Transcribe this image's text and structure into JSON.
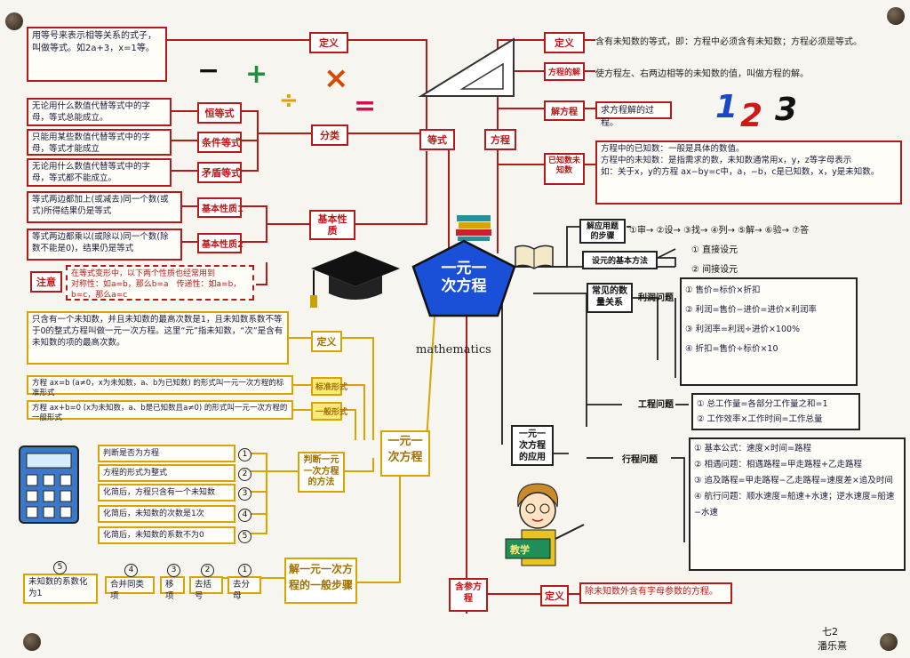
{
  "center": {
    "title_line1": "一元一",
    "title_line2": "次方程",
    "caption": "mathematics"
  },
  "symbols": {
    "minus": "−",
    "plus": "+",
    "divide": "÷",
    "times": "×",
    "equals": "=",
    "n1": "1",
    "n2": "2",
    "n3": "3"
  },
  "equation_branch": {
    "hub": "等式",
    "definition_label": "定义",
    "definition_text": "用等号来表示相等关系的式子，叫做等式。如2a+3，x=1等。",
    "classify_label": "分类",
    "classes": [
      {
        "label": "恒等式",
        "text": "无论用什么数值代替等式中的字母，等式总能成立。"
      },
      {
        "label": "条件等式",
        "text": "只能用某些数值代替等式中的字母，等式才能成立"
      },
      {
        "label": "矛盾等式",
        "text": "无论用什么数值代替等式中的字母，等式都不能成立。"
      }
    ],
    "basic_label": "基本性质",
    "props": [
      {
        "label": "基本性质1",
        "text": "等式两边都加上(或减去)同一个数(或式)所得结果仍是等式"
      },
      {
        "label": "基本性质2",
        "text": "等式两边都乘以(或除以)同一个数(除数不能是0)，结果仍是等式"
      }
    ],
    "note_label": "注意",
    "note_text1": "在等式变形中，以下两个性质也经常用到",
    "note_text2": "对称性：如a=b，那么b=a　传递性：如a=b，b=c，那么a=c"
  },
  "equation_def": {
    "hub": "方程",
    "def_label": "定义",
    "def_text": "含有未知数的等式，即：方程中必须含有未知数；方程必须是等式。",
    "solution_label": "方程的解",
    "solution_text": "使方程左、右两边相等的未知数的值，叫做方程的解。",
    "solve_label": "解方程",
    "solve_text": "求方程解的过程。",
    "known_label": "已知数未知数",
    "known_text1": "方程中的已知数：一般是具体的数值。",
    "known_text2": "方程中的未知数：是指需求的数，未知数通常用x，y，z等字母表示",
    "known_text3": "如：关于x，y的方程 ax−by=c中，a，−b，c是已知数，x，y是未知数。"
  },
  "linear_branch": {
    "hub_line1": "一元一",
    "hub_line2": "次方程",
    "def_label": "定义",
    "def_text": "只含有一个未知数，并且未知数的最高次数是1，且未知数系数不等于0的整式方程叫做一元一次方程。这里“元”指未知数，“次”是含有未知数的项的最高次数。",
    "general_label": "一般形式",
    "general_text": "方程 ax+b=0 (x为未知数，a、b是已知数且a≠0) 的形式叫一元一次方程的一般形式",
    "standard_label": "标准形式",
    "standard_text": "方程 ax=b (a≠0，x为未知数，a、b为已知数) 的形式叫一元一次方程的标准形式",
    "judge_label": "判断一元一次方程的方法",
    "judge_steps": [
      "判断是否为方程",
      "化简后，方程只含有一个未知数",
      "化简后，未知数的次数是1次",
      "化简后，未知数的系数不为0",
      "方程的形式为整式"
    ],
    "steps_label": "解一元一次方程的一般步骤",
    "steps": [
      "去分母",
      "去括号",
      "移项",
      "合并同类项",
      "未知数的系数化为1"
    ]
  },
  "application": {
    "hub": "一元一次方程的应用",
    "solve_label": "解应用题的步骤",
    "solve_steps": [
      "①审",
      "②设",
      "③找",
      "④列",
      "⑤解",
      "⑥验",
      "⑦答"
    ],
    "set_label": "设元的基本方法",
    "set_items": [
      "① 直接设元",
      "② 间接设元"
    ],
    "relation_label": "常见的数量关系",
    "profit_label": "利润问题",
    "profit_items": [
      "① 售价=标价×折扣",
      "② 利润=售价−进价=进价×利润率",
      "③ 利润率=利润÷进价×100%",
      "④ 折扣=售价÷标价×10"
    ],
    "work_label": "工程问题",
    "work_items": [
      "① 总工作量=各部分工作量之和=1",
      "② 工作效率×工作时间=工作总量"
    ],
    "travel_label": "行程问题",
    "travel_items": [
      "① 基本公式：速度×时间=路程",
      "② 相遇问题：相遇路程=甲走路程+乙走路程",
      "③ 追及路程=甲走路程−乙走路程=速度差×追及时间",
      "④ 航行问题：顺水速度=船速+水速；逆水速度=船速−水速"
    ]
  },
  "param_branch": {
    "hub": "含参方程",
    "def_label": "定义",
    "def_text": "除未知数外含有字母参数的方程。",
    "student_sign": "教学"
  },
  "author": {
    "line1": "七2",
    "line2": "潘乐熹"
  }
}
